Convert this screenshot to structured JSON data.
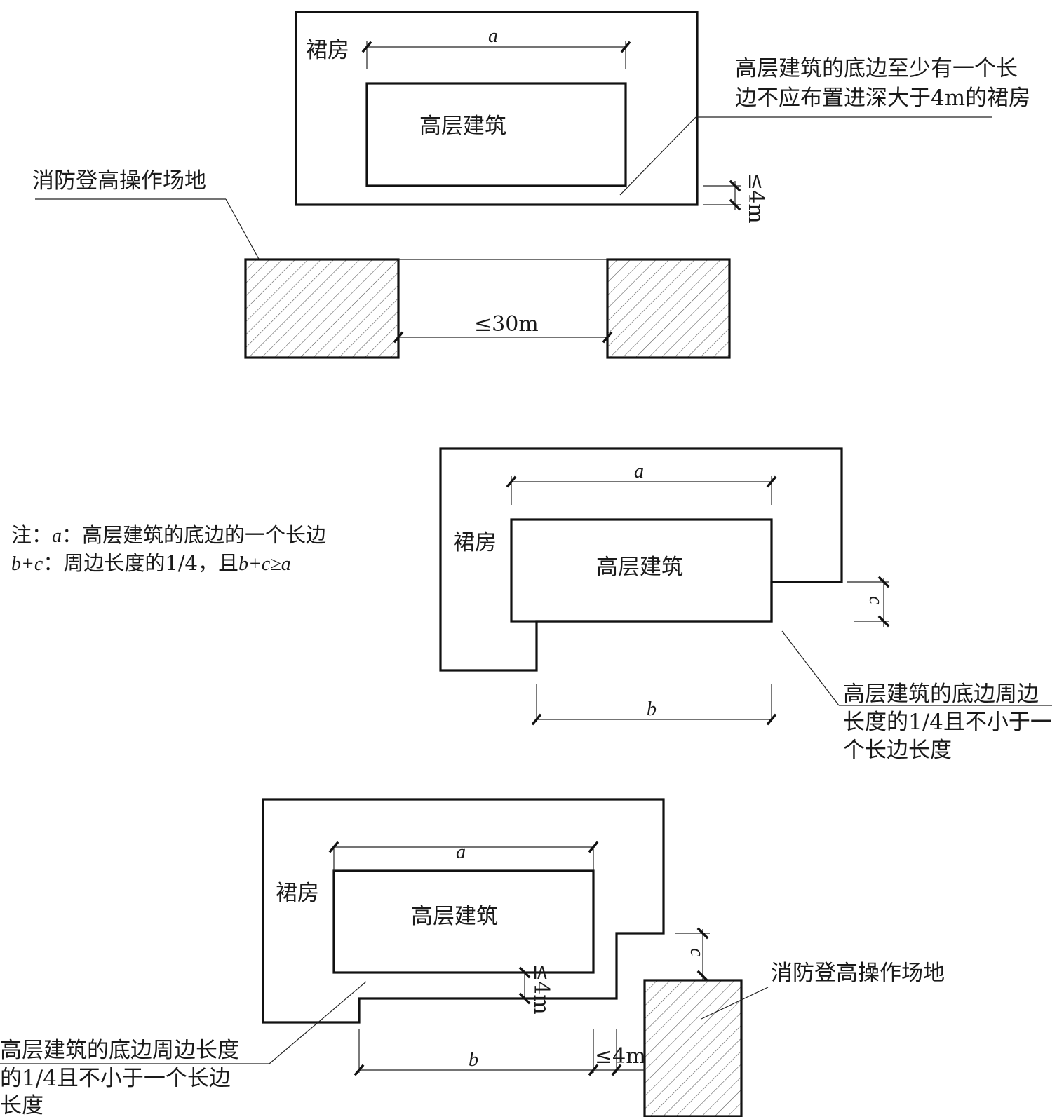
{
  "labels": {
    "podium": "裙房",
    "tower": "高层建筑",
    "rescue_site": "消防登高操作场地",
    "dim_a": "a",
    "dim_b": "b",
    "dim_c": "c",
    "le_4m": "≤4m",
    "le_30m": "≤30m",
    "note_line1_prefix": "注：",
    "note_line1_var": "a",
    "note_line1_text": "：高层建筑的底边的一个长边",
    "note_line2_var": "b+c",
    "note_line2_text": "：周边长度的1/4，且",
    "note_line2_expr": "b+c≥a"
  },
  "callouts": {
    "top_line1": "高层建筑的底边至少有一个长",
    "top_line2": "边不应布置进深大于4m的裙房",
    "mid_line1": "高层建筑的底边周边",
    "mid_line2": "长度的1/4且不小于一",
    "mid_line3": "个长边长度",
    "bot_line1": "高层建筑的底边周边长度",
    "bot_line2": "的1/4且不小于一个长边",
    "bot_line3": "长度"
  }
}
